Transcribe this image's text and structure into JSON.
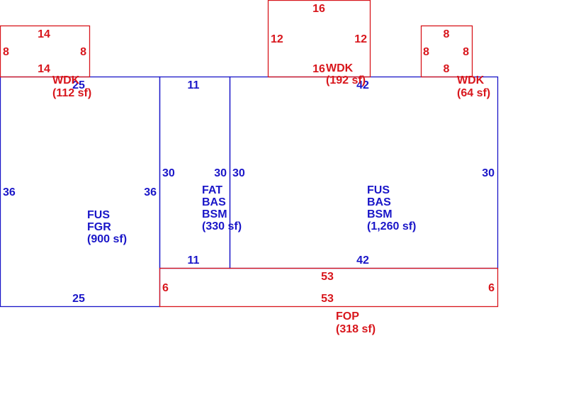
{
  "colors": {
    "living": "#1a16c8",
    "exterior": "#d8161c"
  },
  "areas": {
    "garage": {
      "lines": [
        "FUS",
        "FGR",
        "(900 sf)"
      ],
      "dims": {
        "top": "25",
        "bottom": "25",
        "left": "36",
        "right": "36"
      }
    },
    "narrow": {
      "lines": [
        "FAT",
        "BAS",
        "BSM",
        "(330 sf)"
      ],
      "dims": {
        "top": "11",
        "bottom": "11",
        "left": "30",
        "right": "30"
      }
    },
    "main": {
      "lines": [
        "FUS",
        "BAS",
        "BSM",
        "(1,260 sf)"
      ],
      "dims": {
        "top": "42",
        "bottom": "42",
        "left": "30",
        "right": "30"
      }
    },
    "porch": {
      "lines": [
        "FOP",
        "(318 sf)"
      ],
      "dims": {
        "top": "53",
        "bottom": "53",
        "left": "6",
        "right": "6"
      }
    },
    "deck_left": {
      "lines": [
        "WDK",
        "(112 sf)"
      ],
      "dims": {
        "top": "14",
        "bottom": "14",
        "left": "8",
        "right": "8"
      }
    },
    "deck_center": {
      "lines": [
        "WDK",
        "(192 sf)"
      ],
      "dims": {
        "top": "16",
        "bottom": "16",
        "left": "12",
        "right": "12"
      }
    },
    "deck_right": {
      "lines": [
        "WDK",
        "(64 sf)"
      ],
      "dims": {
        "top": "8",
        "bottom": "8",
        "left": "8",
        "right": "8"
      }
    }
  }
}
